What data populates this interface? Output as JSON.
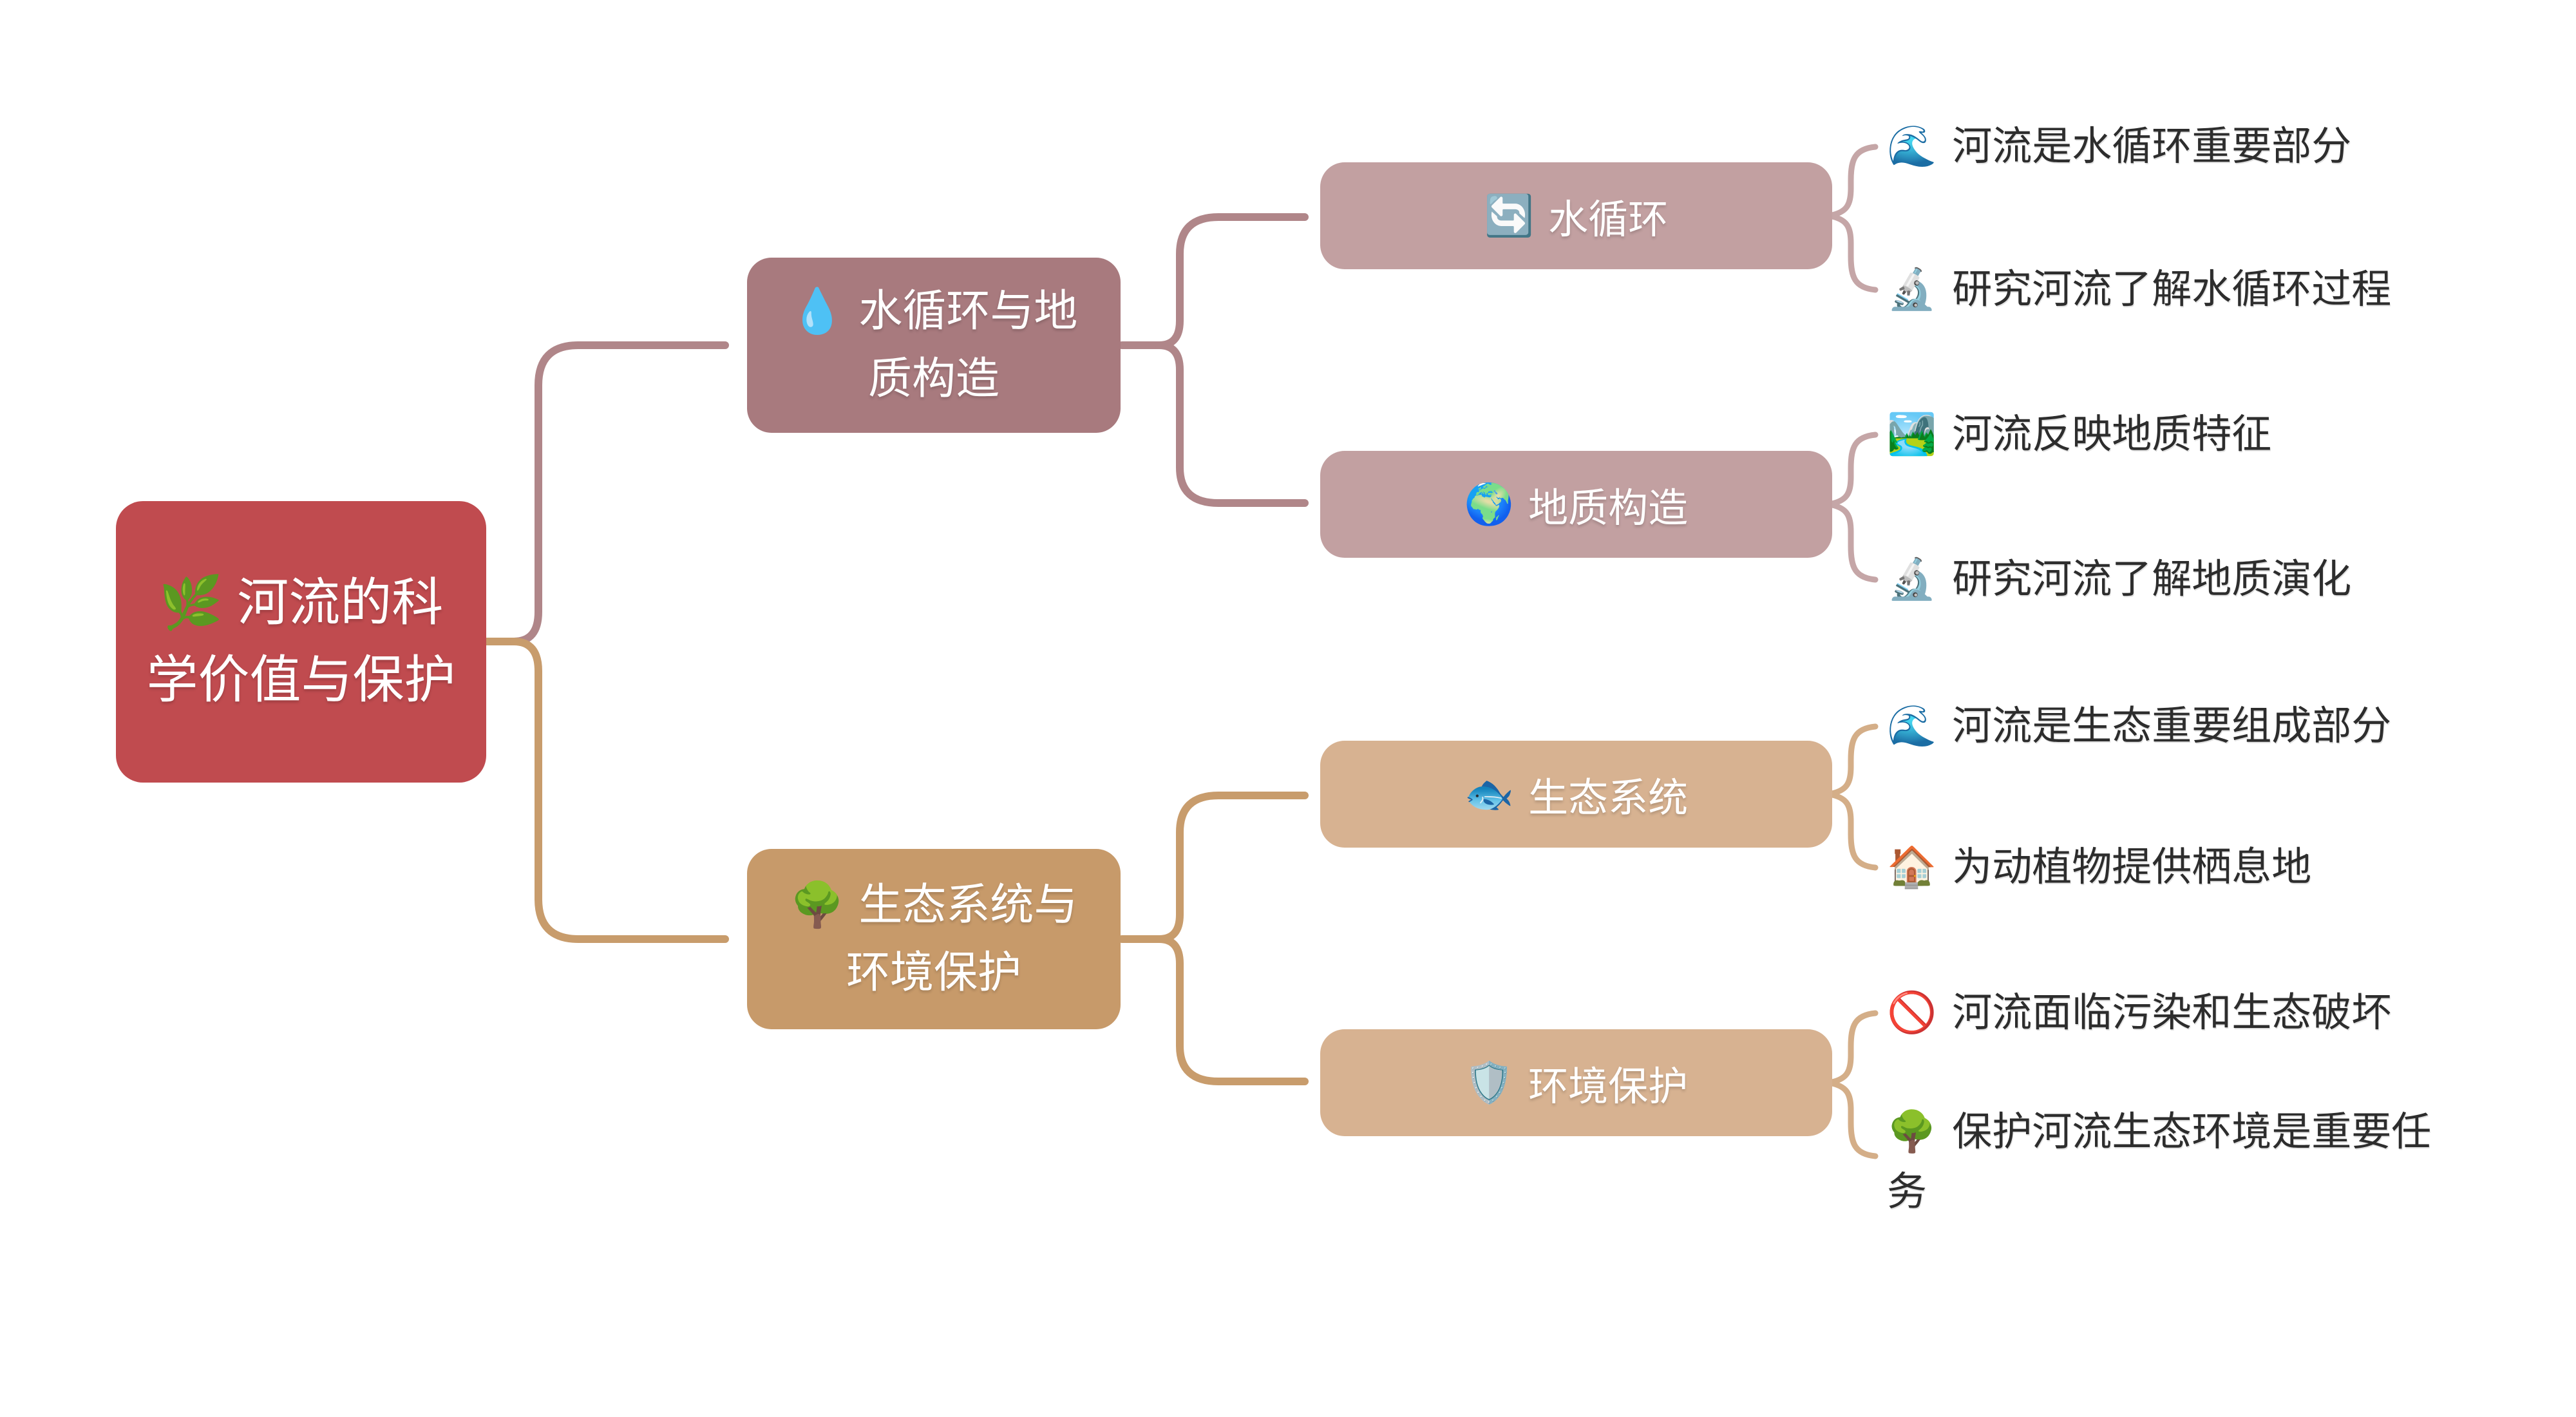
{
  "title": "河流的科学价值与保护",
  "palette": {
    "root_bg": "#C04B4F",
    "branch_water_bg": "#A87A7E",
    "branch_eco_bg": "#C79A6A",
    "topic_rose_bg": "#C2A0A1",
    "topic_tan_bg": "#D7B291",
    "rose_line": "#B08689",
    "tan_line": "#C89C6C",
    "rose_brace": "#C5A6A7",
    "tan_brace": "#D4AE88",
    "node_text": "#FFFFFF",
    "leaf_text": "#2D2D2D"
  },
  "root": {
    "icon": "🌿",
    "label": "河流的科学价值与保护"
  },
  "branches": [
    {
      "icon": "💧",
      "label": "水循环与地质构造",
      "color": "#A87A7E",
      "children": [
        {
          "icon": "🔄",
          "label": "水循环",
          "leaves": [
            {
              "icon": "🌊",
              "text": "河流是水循环重要部分"
            },
            {
              "icon": "🔬",
              "text": "研究河流了解水循环过程"
            }
          ]
        },
        {
          "icon": "🌍",
          "label": "地质构造",
          "leaves": [
            {
              "icon": "🏞️",
              "text": "河流反映地质特征"
            },
            {
              "icon": "🔬",
              "text": "研究河流了解地质演化"
            }
          ]
        }
      ]
    },
    {
      "icon": "🌳",
      "label": "生态系统与环境保护",
      "color": "#C79A6A",
      "children": [
        {
          "icon": "🐟",
          "label": "生态系统",
          "leaves": [
            {
              "icon": "🌊",
              "text": "河流是生态重要组成部分"
            },
            {
              "icon": "🏠",
              "text": "为动植物提供栖息地"
            }
          ]
        },
        {
          "icon": "🛡️",
          "label": "环境保护",
          "leaves": [
            {
              "icon": "🚫",
              "text": "河流面临污染和生态破坏"
            },
            {
              "icon": "🌳",
              "text": "保护河流生态环境是重要任务"
            }
          ]
        }
      ]
    }
  ]
}
